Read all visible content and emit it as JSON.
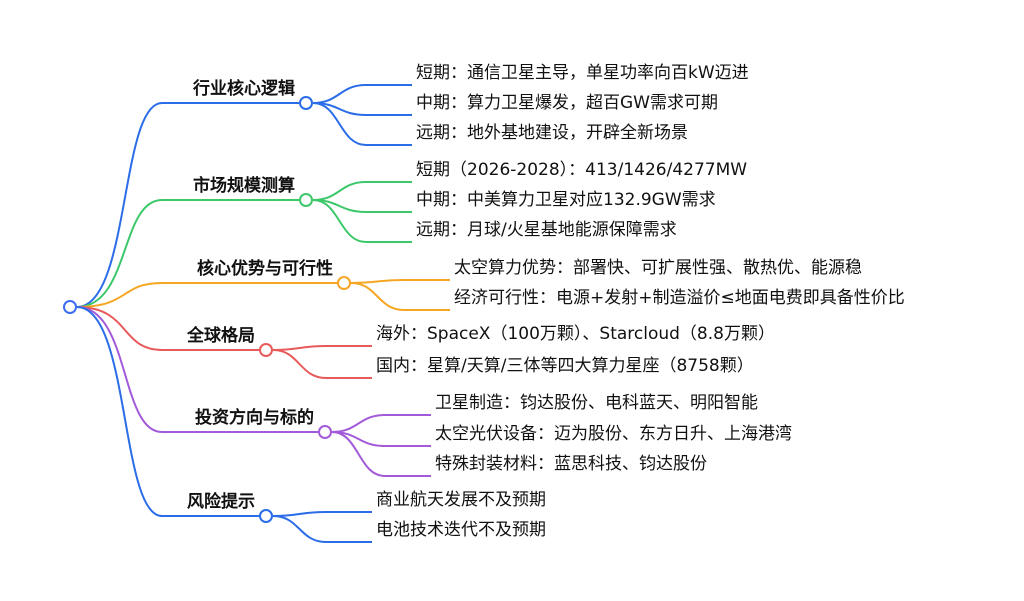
{
  "root": {
    "label": "",
    "color": "#3b6df0"
  },
  "branches": [
    {
      "label": "行业核心逻辑",
      "color": "#2b6de8",
      "children": [
        "短期：通信卫星主导，单星功率向百kW迈进",
        "中期：算力卫星爆发，超百GW需求可期",
        "远期：地外基地建设，开辟全新场景"
      ]
    },
    {
      "label": "市场规模测算",
      "color": "#3cc86a",
      "children": [
        "短期（2026-2028）：413/1426/4277MW",
        "中期：中美算力卫星对应132.9GW需求",
        "远期：月球/火星基地能源保障需求"
      ]
    },
    {
      "label": "核心优势与可行性",
      "color": "#f5a623",
      "children": [
        "太空算力优势：部署快、可扩展性强、散热优、能源稳",
        "经济可行性：电源+发射+制造溢价≤地面电费即具备性价比"
      ]
    },
    {
      "label": "全球格局",
      "color": "#e85a5a",
      "children": [
        "海外：SpaceX（100万颗）、Starcloud（8.8万颗）",
        "国内：星算/天算/三体等四大算力星座（8758颗）"
      ]
    },
    {
      "label": "投资方向与标的",
      "color": "#a35ad8",
      "children": [
        "卫星制造：钧达股份、电科蓝天、明阳智能",
        "太空光伏设备：迈为股份、东方日升、上海港湾",
        "特殊封装材料：蓝思科技、钧达股份"
      ]
    },
    {
      "label": "风险提示",
      "color": "#2b6de8",
      "children": [
        "商业航天发展不及预期",
        "电池技术迭代不及预期"
      ]
    }
  ]
}
